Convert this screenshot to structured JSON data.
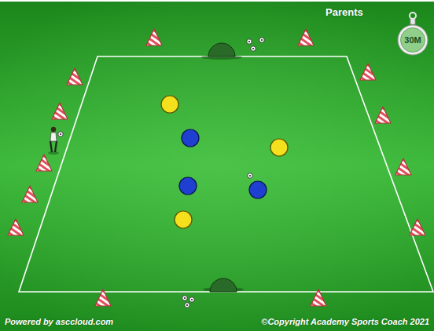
{
  "diagram": {
    "nodes": [
      {
        "text": [
          "30M"
        ]
      }
    ],
    "labels": [
      "Parents",
      "Powered by asccloud.com",
      "©Copyright Academy Sports Coach 2021"
    ]
  }
}
